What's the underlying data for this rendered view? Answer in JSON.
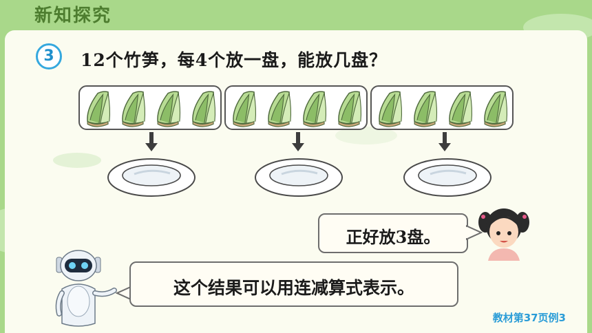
{
  "header": {
    "title": "新知探究"
  },
  "problem": {
    "number": "3",
    "question": "12个竹笋，每4个放一盘，能放几盘？"
  },
  "groups": [
    {
      "shoots": 4
    },
    {
      "shoots": 4
    },
    {
      "shoots": 4
    }
  ],
  "dialogue": {
    "girl": "正好放3盘。",
    "robot": "这个结果可以用连减算式表示。"
  },
  "footer": {
    "reference": "教材第37页例3"
  },
  "colors": {
    "background": "#a9d88a",
    "panel": "#fbfcf0",
    "header_text": "#4d7d2f",
    "badge_blue": "#35a8de",
    "footer_blue": "#2a9cd7",
    "shoot_green": "#9bc873",
    "plate_white": "#ffffff"
  }
}
